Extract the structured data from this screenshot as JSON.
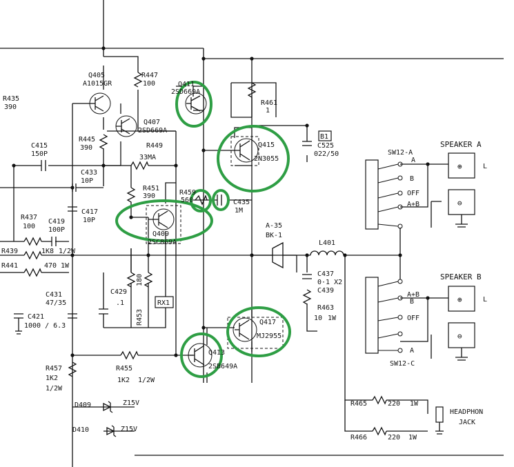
{
  "colors": {
    "wire": "#111111",
    "highlight": "#2e9e44",
    "background": "#ffffff"
  },
  "labels": {
    "q405": "Q405",
    "q405_type": "A1015GR",
    "q407": "Q407",
    "q407_type": "2SD669A",
    "q411": "Q411",
    "q411_type": "2SD669A",
    "q415": "Q415",
    "q415_type": "2N3055",
    "q417": "Q417",
    "q417_type": "MJ2955",
    "q413": "Q413",
    "q413_type": "2SB649A",
    "q409": "Q409",
    "q409_type": "2SC869A",
    "r447": "R447",
    "r447_val": "100",
    "r435": "R435",
    "r435_val": "390",
    "r445": "R445",
    "r445_val": "390",
    "r449": "R449",
    "r449_val": "33MA",
    "r451": "R451",
    "r451_val": "390",
    "r437": "R437",
    "r437_val": "100",
    "r439": "R439",
    "r439_val": "1K8",
    "r439_watt": "1/2W",
    "r441": "R441",
    "r441_val": "470",
    "r441_watt": "1W",
    "r453": "R453",
    "r453_val": "180",
    "r455": "R455",
    "r455_val": "1K2",
    "r455_watt": "1/2W",
    "r457": "R457",
    "r457_val": "1K2",
    "r457_watt": "1/2W",
    "r459": "R459",
    "r459_val": "560",
    "r461": "R461",
    "r461_val": "1",
    "r463": "R463",
    "r463_val": "10",
    "r463_watt": "1W",
    "r465": "R465",
    "r465_val": "220",
    "r465_watt": "1W",
    "r466": "R466",
    "r466_val": "220",
    "r466_watt": "1W",
    "c415": "C415",
    "c415_val": "150P",
    "c433": "C433",
    "c433_val": "10P",
    "c417": "C417",
    "c417_val": "10P",
    "c419": "C419",
    "c419_val": "100P",
    "c421": "C421",
    "c421_val": "1000 / 6.3",
    "c429": "C429",
    "c429_val": ".1",
    "c431": "C431",
    "c431_val": "47/35",
    "c435": "C435",
    "c435_val": "1M",
    "c437": "C437",
    "c437_val": "0·1 X2",
    "c439": "C439",
    "c525": "C525",
    "c525_val": "022/50",
    "b1": "B1",
    "rx1": "RX1",
    "l401": "L401",
    "fuse_label": "A-35",
    "bk1": "BK-1",
    "d409": "D409",
    "d409_val": "Z15V",
    "d410": "D410",
    "d410_val": "Z15V",
    "sw_top": "SW12-A",
    "sw_bottom": "SW12-C",
    "pos_a": "A",
    "pos_b": "B",
    "pos_off": "OFF",
    "pos_ab": "A+B",
    "speaker_a": "SPEAKER  A",
    "speaker_b": "SPEAKER  B",
    "speaker_l": "L",
    "headphone": "HEADPHON",
    "jack": "JACK",
    "plus_sym": "⊕",
    "minus_sym": "⊖"
  }
}
